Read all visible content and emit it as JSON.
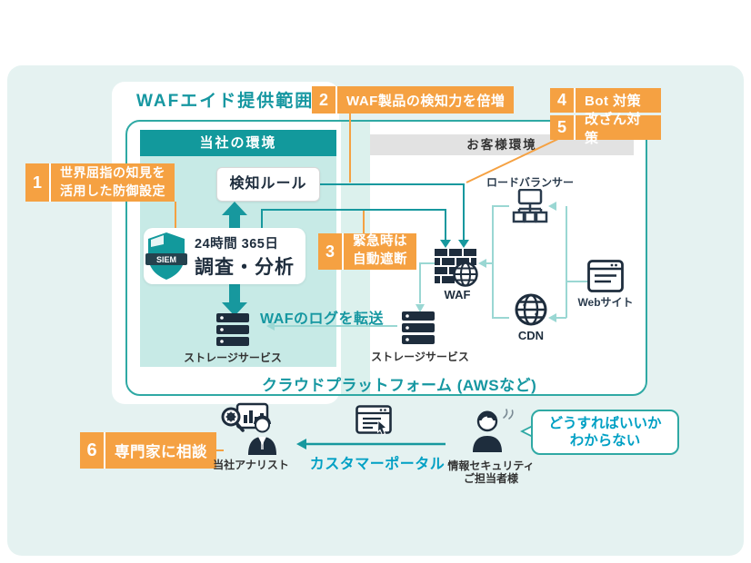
{
  "title": "WAFエイド提供範囲",
  "colors": {
    "background": "#E5F2F1",
    "accent_orange": "#F5A142",
    "teal": "#17989E",
    "teal_text": "#1697A1",
    "light_teal": "#9AD7D3",
    "mint_panel": "#C7EAE6",
    "navy": "#1E2D3D",
    "cyan_text": "#00A0C4",
    "gray_header": "#E2E2E2",
    "border_teal": "#2FA9A4"
  },
  "callouts": {
    "c1": {
      "num": "1",
      "line1": "世界屈指の知見を",
      "line2": "活用した防御設定"
    },
    "c2": {
      "num": "2",
      "label": "WAF製品の検知力を倍増"
    },
    "c3": {
      "num": "3",
      "line1": "緊急時は",
      "line2": "自動遮断"
    },
    "c4": {
      "num": "4",
      "label": "Bot 対策"
    },
    "c5": {
      "num": "5",
      "label": "改ざん対策"
    },
    "c6": {
      "num": "6",
      "label": "専門家に相談"
    }
  },
  "panels": {
    "our_env_header": "当社の環境",
    "customer_env_header": "お客様環境",
    "cloud_label": "クラウドプラットフォーム (AWSなど)"
  },
  "nodes": {
    "detection_rule": "検知ルール",
    "siem": {
      "badge": "SIEM",
      "line1": "24時間 365日",
      "line2": "調査・分析"
    },
    "storage_ours": "ストレージサービス",
    "storage_customer": "ストレージサービス",
    "waf": "WAF",
    "load_balancer": "ロードバランサー",
    "website": "Webサイト",
    "cdn": "CDN"
  },
  "flows": {
    "log_transfer": "WAFのログを転送"
  },
  "bottom": {
    "analyst": "当社アナリスト",
    "portal": "カスタマーポータル",
    "customer_line1": "情報セキュリティ",
    "customer_line2": "ご担当者様",
    "bubble_line1": "どうすればいいか",
    "bubble_line2": "わからない"
  }
}
